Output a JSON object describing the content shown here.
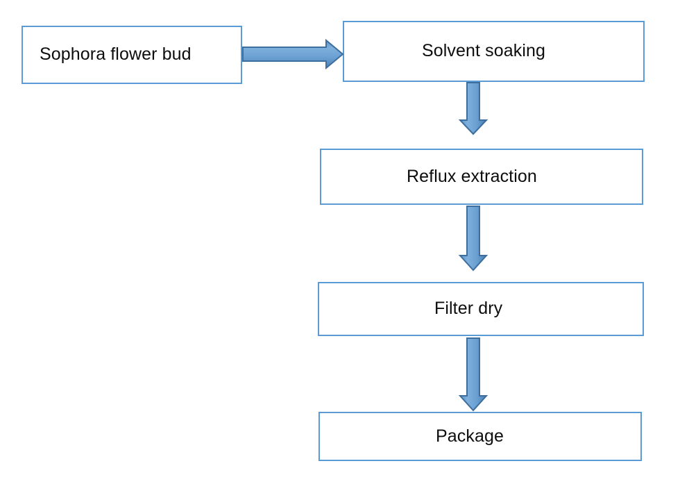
{
  "diagram": {
    "type": "flowchart",
    "orientation": "top-to-bottom with one left-to-right step",
    "palette": {
      "box_border": "#5B9BD5",
      "box_fill": "#FFFFFF",
      "arrow_fill_light": "#73A9D8",
      "arrow_fill_mid": "#5B93C8",
      "arrow_outline": "#3E6E9E",
      "text": "#0D0D0D",
      "background": "#FFFFFF"
    },
    "nodes": [
      {
        "id": "source",
        "label": "Sophora flower bud"
      },
      {
        "id": "solvent",
        "label": "Solvent soaking"
      },
      {
        "id": "reflux",
        "label": "Reflux extraction"
      },
      {
        "id": "filter",
        "label": "Filter dry"
      },
      {
        "id": "package",
        "label": "Package"
      }
    ],
    "edges": [
      {
        "id": "e1",
        "from": "source",
        "to": "solvent",
        "direction": "right",
        "label": ""
      },
      {
        "id": "e2",
        "from": "solvent",
        "to": "reflux",
        "direction": "down",
        "label": ""
      },
      {
        "id": "e3",
        "from": "reflux",
        "to": "filter",
        "direction": "down",
        "label": ""
      },
      {
        "id": "e4",
        "from": "filter",
        "to": "package",
        "direction": "down",
        "label": ""
      }
    ]
  }
}
